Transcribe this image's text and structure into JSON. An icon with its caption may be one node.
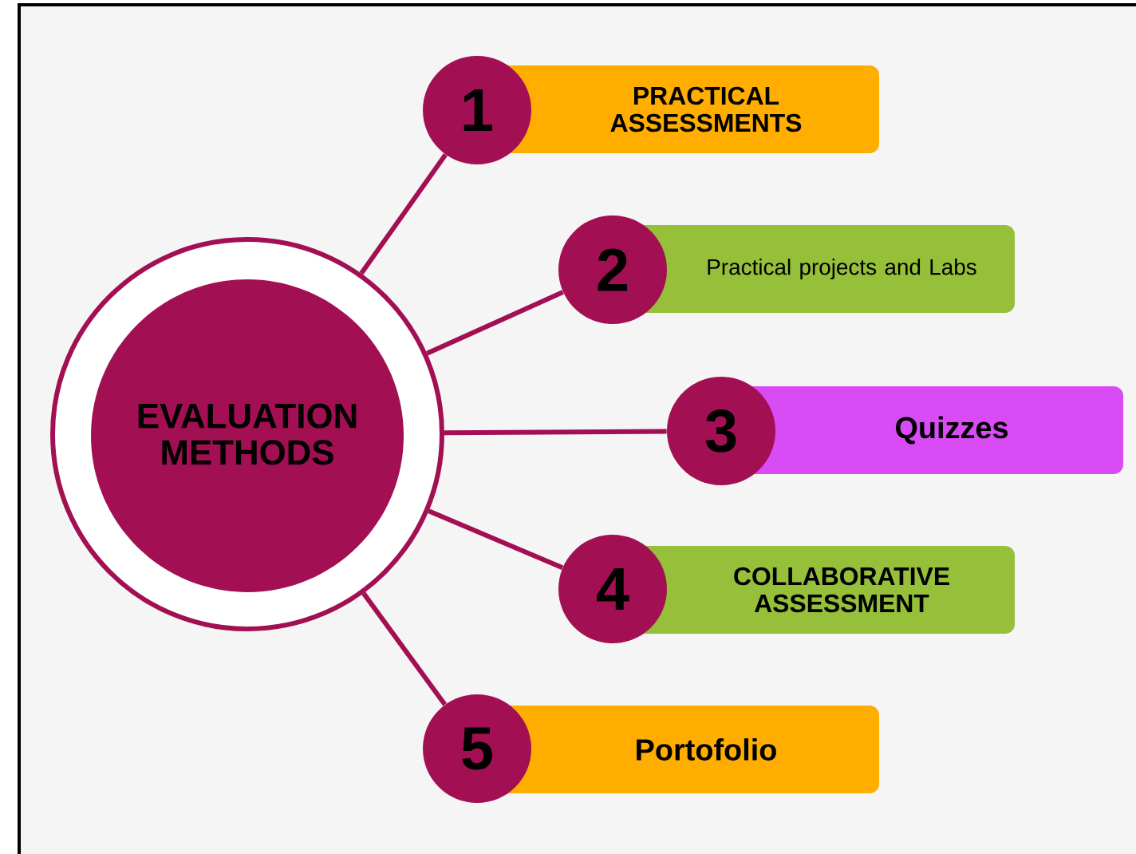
{
  "diagram": {
    "nodes": [
      {
        "text": [
          "EVALUATION METHODS"
        ]
      },
      {
        "text": [
          "1"
        ]
      },
      {
        "text": [
          "PRACTICAL ASSESSMENTS"
        ]
      },
      {
        "text": [
          "2"
        ]
      },
      {
        "text": [
          "Practical projects and Labs"
        ]
      },
      {
        "text": [
          "3"
        ]
      },
      {
        "text": [
          "Quizzes"
        ]
      },
      {
        "text": [
          "4"
        ]
      },
      {
        "text": [
          "COLLABORATIVE ASSESSMENT"
        ]
      },
      {
        "text": [
          "5"
        ]
      },
      {
        "text": [
          "Portofolio"
        ]
      }
    ],
    "edges": [
      {
        "from": 0,
        "to": 1,
        "arrow": "none"
      },
      {
        "from": 0,
        "to": 3,
        "arrow": "none"
      },
      {
        "from": 0,
        "to": 5,
        "arrow": "none"
      },
      {
        "from": 0,
        "to": 7,
        "arrow": "none"
      },
      {
        "from": 0,
        "to": 9,
        "arrow": "none"
      }
    ]
  }
}
